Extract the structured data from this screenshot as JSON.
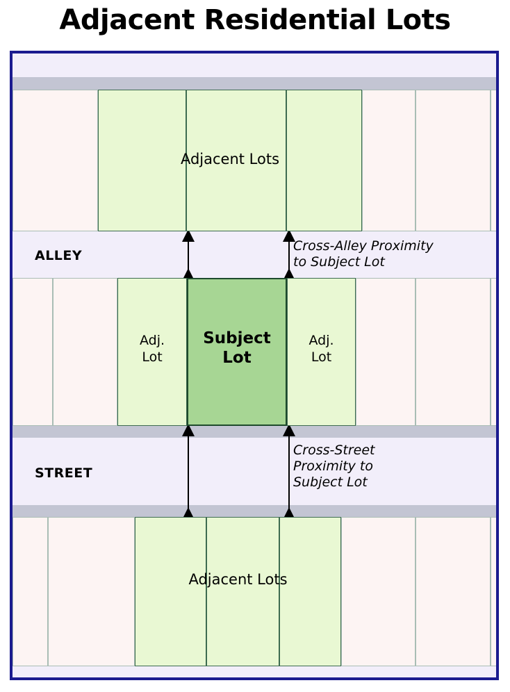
{
  "title": "Adjacent Residential Lots",
  "colors": {
    "frame_border": "#1b1b8f",
    "background": "#f2eefa",
    "road_band": "#c3c5d3",
    "lot_pink": "#fdf4f3",
    "lot_green": "#e9f8d3",
    "lot_subject": "#a7d694",
    "lot_outline": "#3d6b50",
    "subject_outline": "#1e4a2c",
    "pink_outline": "#a9bdb5",
    "text": "#000000"
  },
  "diagram": {
    "type": "site-plan-diagram",
    "roads": [
      {
        "name": "alley",
        "label": "ALLEY"
      },
      {
        "name": "street",
        "label": "STREET"
      }
    ],
    "rows": {
      "top": {
        "group_label": "Adjacent Lots",
        "green_lot_count": 3,
        "pink_lot_count_left": 1,
        "pink_lot_count_right": 3
      },
      "middle": {
        "left_adjacent": {
          "line1": "Adj.",
          "line2": "Lot"
        },
        "subject": {
          "line1": "Subject",
          "line2": "Lot"
        },
        "right_adjacent": {
          "line1": "Adj.",
          "line2": "Lot"
        },
        "pink_lot_count_left": 2,
        "pink_lot_count_right": 3
      },
      "bottom": {
        "group_label": "Adjacent Lots",
        "green_lot_count": 3,
        "pink_lot_count_left": 2,
        "pink_lot_count_right": 3
      }
    },
    "annotations": [
      {
        "name": "cross-alley-proximity",
        "line1": "Cross-Alley Proximity",
        "line2": "to Subject Lot",
        "line3": ""
      },
      {
        "name": "cross-street-proximity",
        "line1": "Cross-Street",
        "line2": "Proximity to",
        "line3": "Subject Lot"
      }
    ],
    "arrows": {
      "alley": {
        "count": 2,
        "style": "double-headed-vertical"
      },
      "street": {
        "count": 2,
        "style": "double-headed-vertical"
      }
    }
  }
}
